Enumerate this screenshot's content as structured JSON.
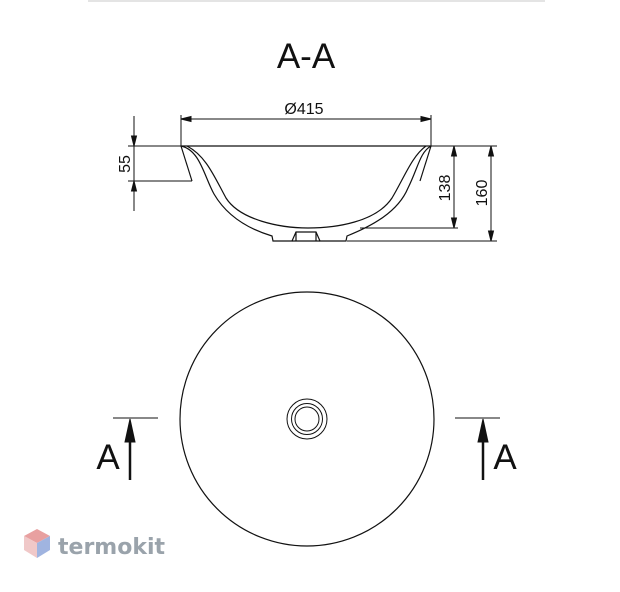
{
  "section_title": "A-A",
  "dimensions": {
    "diameter": "Ø415",
    "rim_depth": "55",
    "inner_height": "138",
    "total_height": "160"
  },
  "section_markers": {
    "left": "A",
    "right": "A"
  },
  "watermark": {
    "text": "termokit",
    "icon": "hexagon-logo-icon",
    "colors": {
      "top": "#e8a0a0",
      "right": "#a0b4e0",
      "left": "#f0c8c8",
      "text": "#9aa3ab"
    }
  }
}
